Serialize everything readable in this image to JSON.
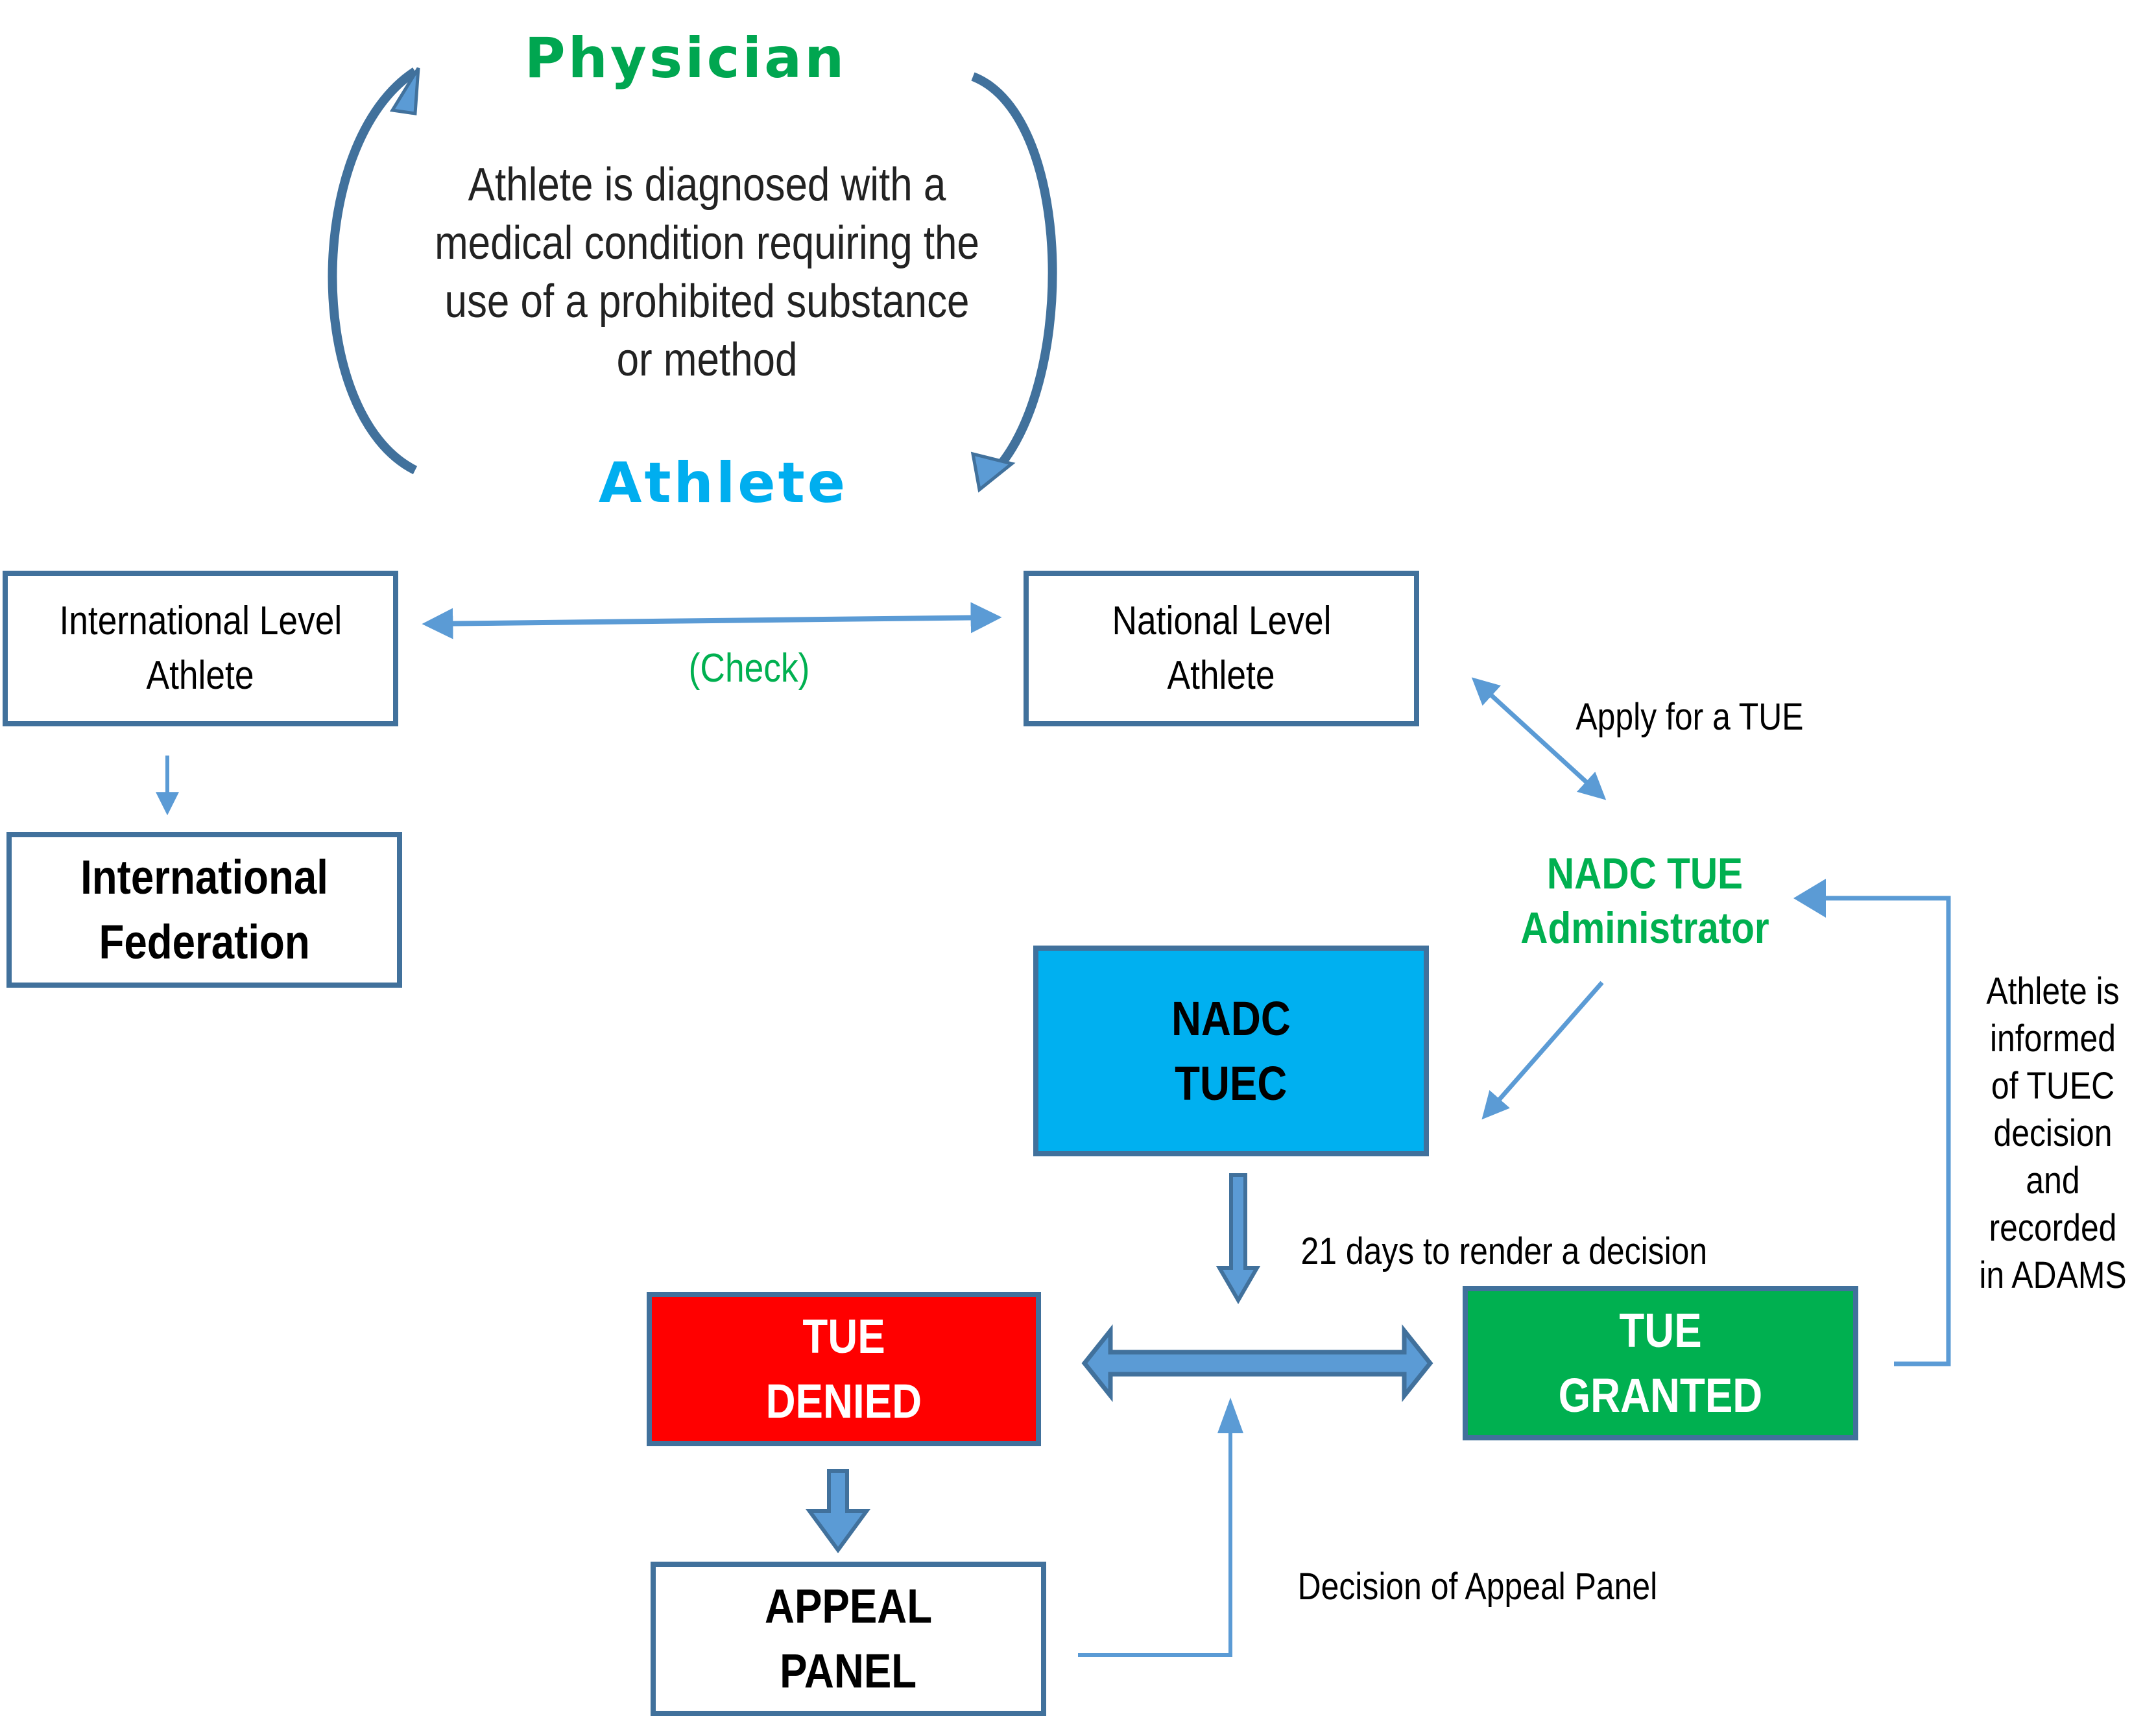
{
  "diagram": {
    "cycle": {
      "top_label": "Physician",
      "bottom_label": "Athlete",
      "description_lines": [
        "Athlete is diagnosed with a",
        "medical condition requiring the",
        "use of a prohibited substance",
        "or method"
      ]
    },
    "nodes": {
      "international_athlete": [
        "International Level",
        "Athlete"
      ],
      "national_athlete": [
        "National Level",
        "Athlete"
      ],
      "international_federation": [
        "International",
        "Federation"
      ],
      "nadc_tue_admin": [
        "NADC TUE",
        "Administrator"
      ],
      "nadc_tuec": [
        "NADC",
        "TUEC"
      ],
      "tue_denied": [
        "TUE",
        "DENIED"
      ],
      "tue_granted": [
        "TUE",
        "GRANTED"
      ],
      "appeal_panel": [
        "APPEAL",
        "PANEL"
      ]
    },
    "edge_labels": {
      "check": "(Check)",
      "apply": "Apply for a TUE",
      "days": "21 days to render a decision",
      "appeal_decision": "Decision of Appeal Panel",
      "informed_lines": [
        "Athlete is",
        "informed",
        "of TUEC",
        "decision",
        "and",
        "recorded",
        "in ADAMS"
      ]
    },
    "colors": {
      "physician": "#00A650",
      "athlete": "#00AEEF",
      "border": "#41719C",
      "arrow": "#5B9BD5",
      "tuec_fill": "#00B0F0",
      "denied_fill": "#FF0000",
      "granted_fill": "#00B050",
      "green_text": "#00B050"
    }
  }
}
